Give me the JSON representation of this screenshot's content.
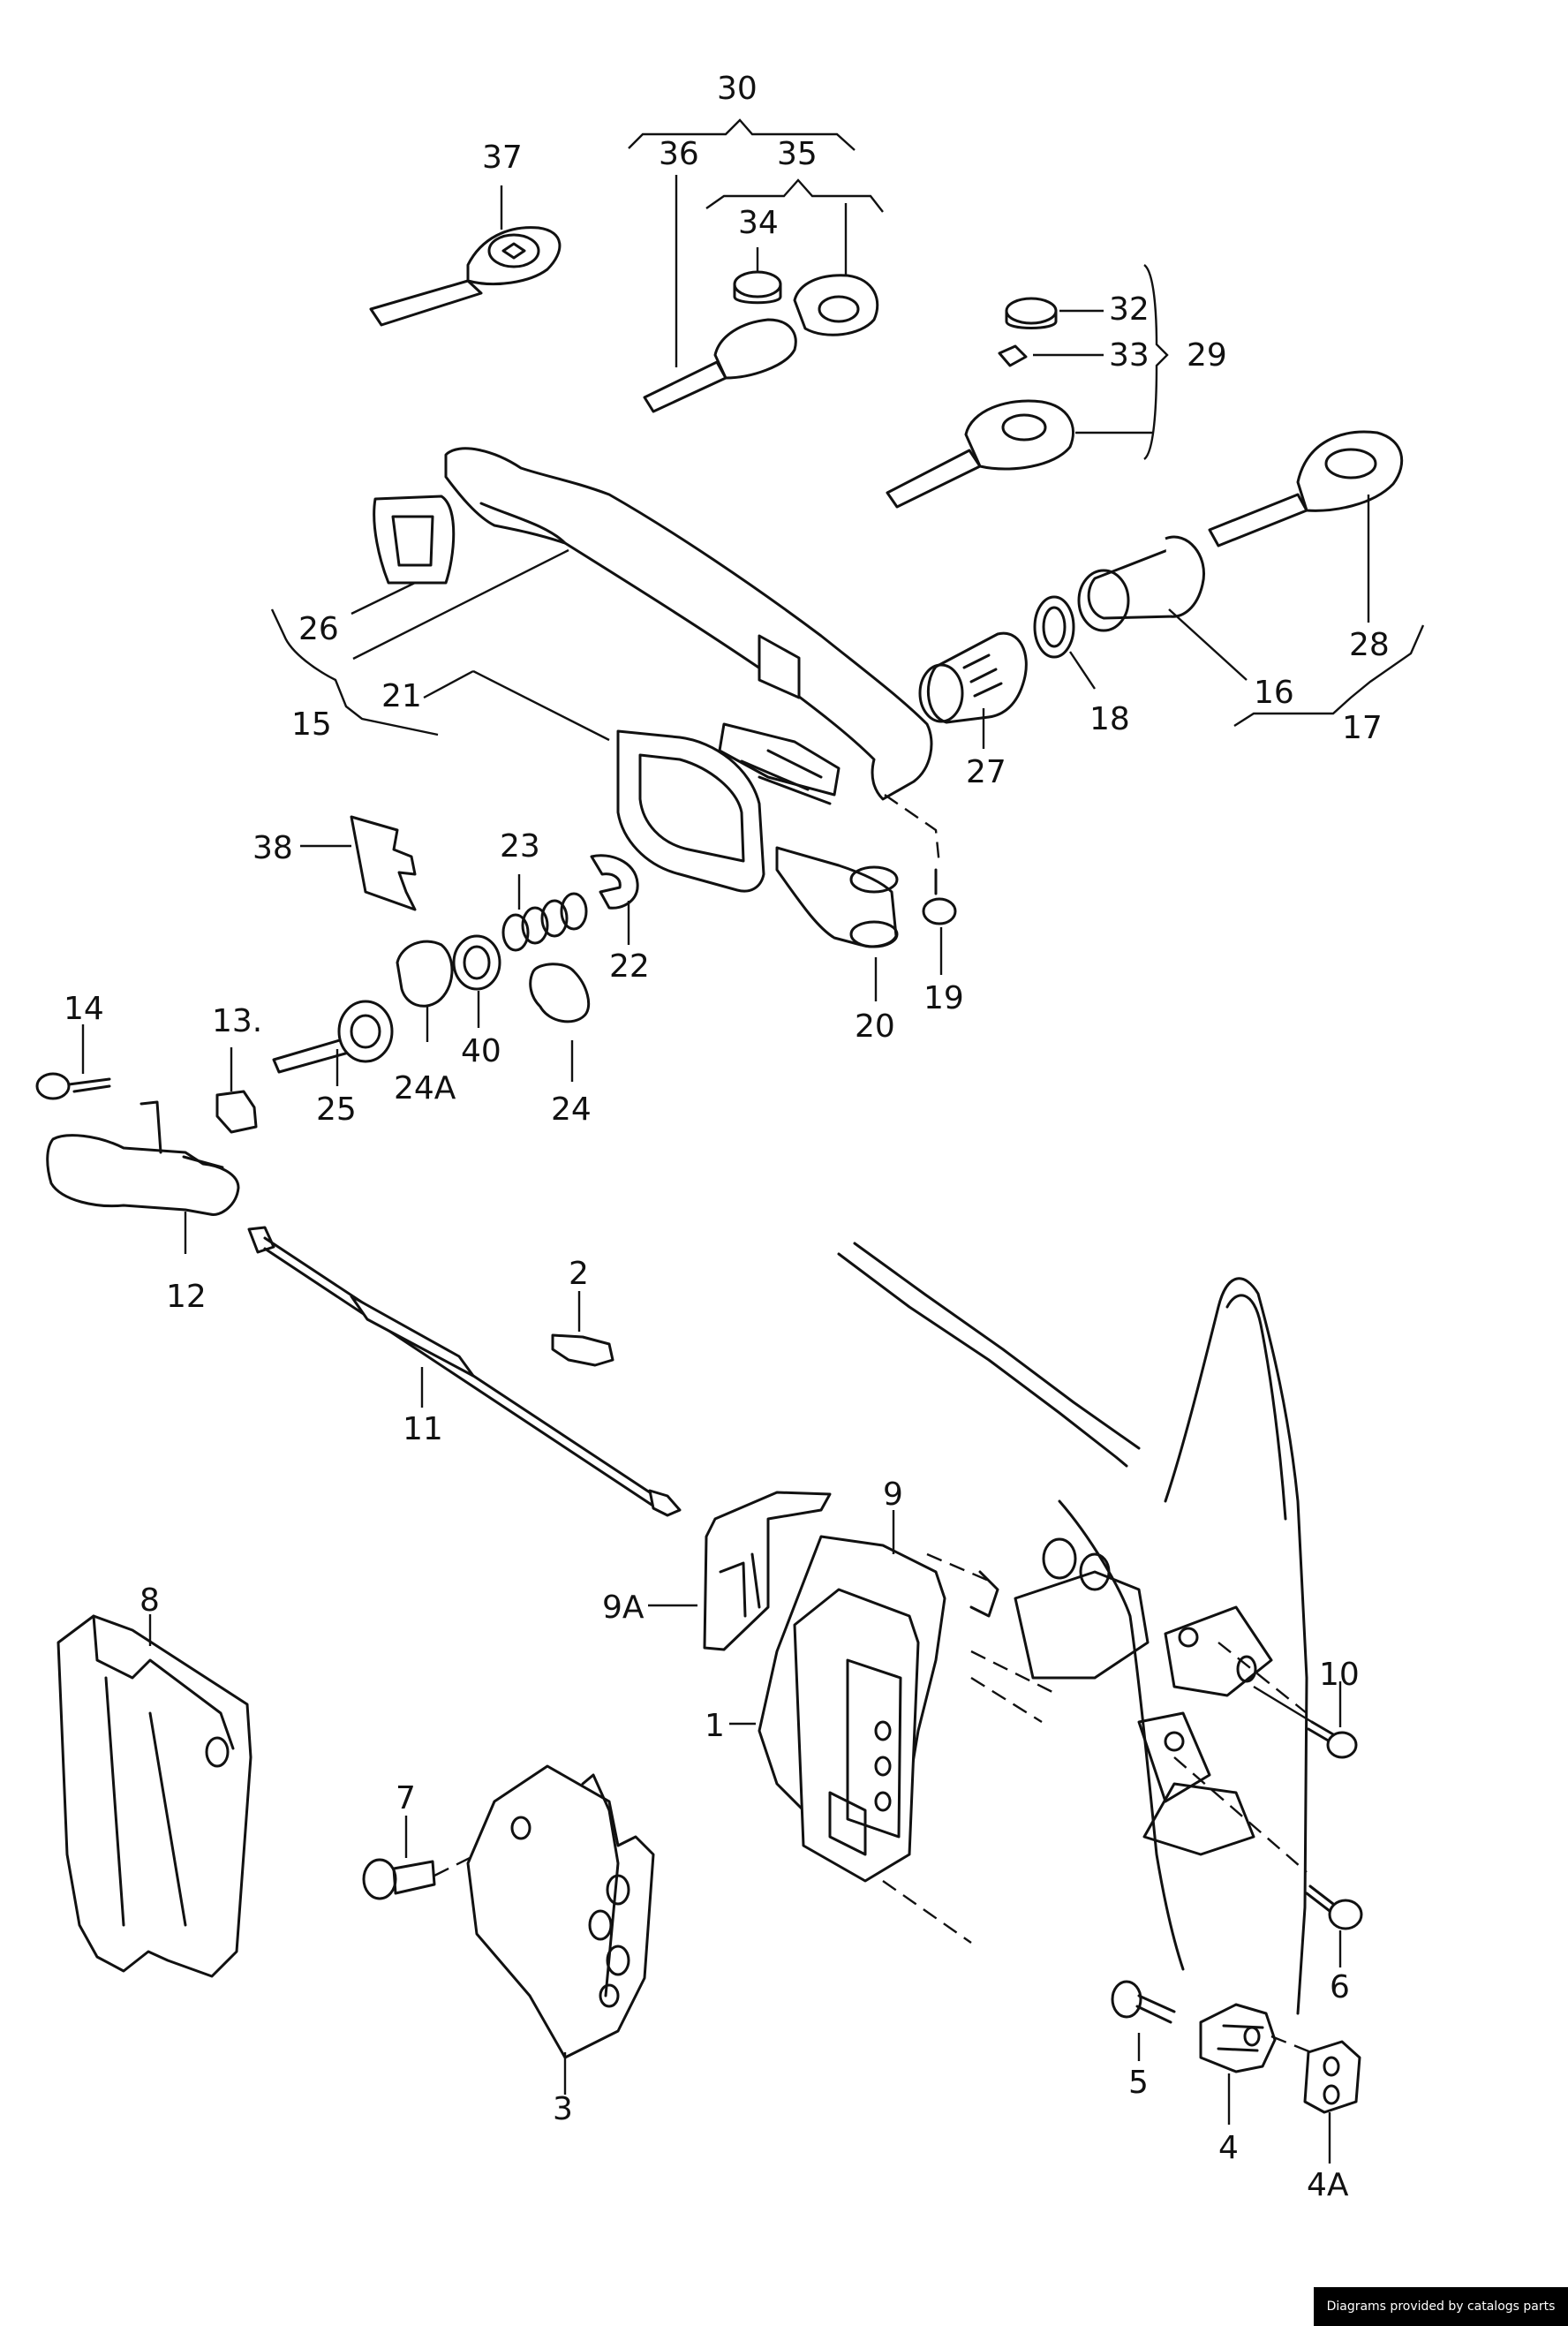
{
  "labels": {
    "l30": "30",
    "l36": "36",
    "l35": "35",
    "l37": "37",
    "l34": "34",
    "l32": "32",
    "l33": "33",
    "l29": "29",
    "l26": "26",
    "l15": "15",
    "l21": "21",
    "l28": "28",
    "l16": "16",
    "l17": "17",
    "l18": "18",
    "l27": "27",
    "l38": "38",
    "l23": "23",
    "l22": "22",
    "l19": "19",
    "l20": "20",
    "l14": "14",
    "l13": "13.",
    "l25": "25",
    "l24A": "24A",
    "l40": "40",
    "l24": "24",
    "l12": "12",
    "l2": "2",
    "l11": "11",
    "l9": "9",
    "l9A": "9A",
    "l8": "8",
    "l1": "1",
    "l10": "10",
    "l7": "7",
    "l6": "6",
    "l3": "3",
    "l5": "5",
    "l4": "4",
    "l4A": "4A"
  },
  "footer": {
    "text": "Diagrams provided by catalogs parts"
  }
}
